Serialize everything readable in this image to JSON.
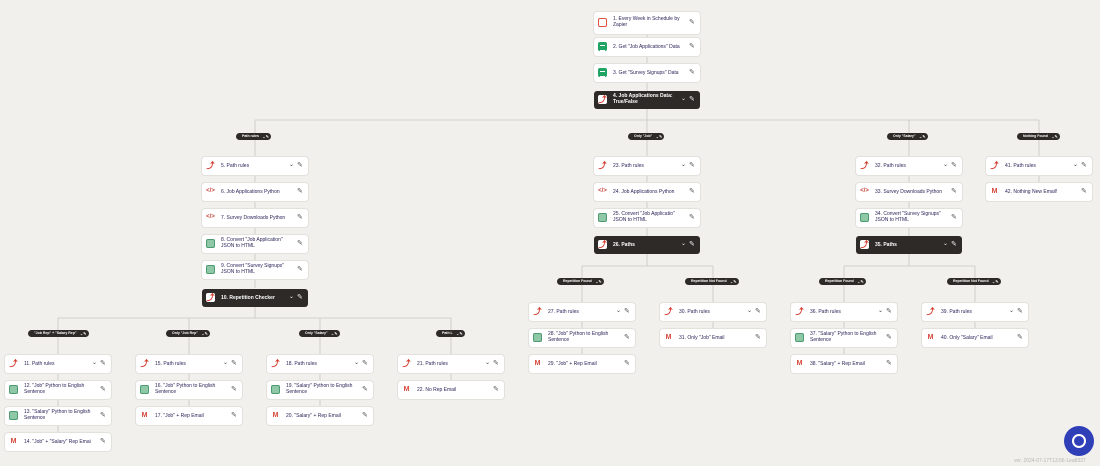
{
  "steps": {
    "s1": {
      "label": "1. Every Week in Schedule by Zapier",
      "icon": "calendar-icon"
    },
    "s2": {
      "label": "2. Get \"Job Applications\" Data",
      "icon": "google-sheets-icon"
    },
    "s3": {
      "label": "3. Get \"Survey Signups\" Data",
      "icon": "google-sheets-icon"
    },
    "s4": {
      "label": "4. Job Applications Data: True/False",
      "icon": "paths-icon"
    },
    "s5": {
      "label": "5. Path rules",
      "icon": "paths-icon"
    },
    "s6": {
      "label": "6. Job Applications Python",
      "icon": "code-icon"
    },
    "s7": {
      "label": "7. Survey Downloads Python",
      "icon": "code-icon"
    },
    "s8": {
      "label": "8. Convert \"Job Application\" JSON to HTML",
      "icon": "formatter-icon"
    },
    "s9": {
      "label": "9. Convert \"Survey Signups\" JSON to HTML",
      "icon": "formatter-icon"
    },
    "s10": {
      "label": "10. Repetition Checker",
      "icon": "paths-icon"
    },
    "s11": {
      "label": "11. Path rules",
      "icon": "paths-icon"
    },
    "s12": {
      "label": "12. \"Job\" Python to English Sentence",
      "icon": "formatter-icon"
    },
    "s13": {
      "label": "13. \"Salary\" Python to English Sentence",
      "icon": "formatter-icon"
    },
    "s14": {
      "label": "14. \"Job\" + \"Salary\" Rep Email",
      "icon": "gmail-icon"
    },
    "s15": {
      "label": "15. Path rules",
      "icon": "paths-icon"
    },
    "s16": {
      "label": "16. \"Job\" Python to English Sentence",
      "icon": "formatter-icon"
    },
    "s17": {
      "label": "17. \"Job\" + Rep Email",
      "icon": "gmail-icon"
    },
    "s18": {
      "label": "18. Path rules",
      "icon": "paths-icon"
    },
    "s19": {
      "label": "19. \"Salary\" Python to English Sentence",
      "icon": "formatter-icon"
    },
    "s20": {
      "label": "20. \"Salary\" + Rep Email",
      "icon": "gmail-icon"
    },
    "s21": {
      "label": "21. Path rules",
      "icon": "paths-icon"
    },
    "s22": {
      "label": "22. No Rep Email",
      "icon": "gmail-icon"
    },
    "s23": {
      "label": "23. Path rules",
      "icon": "paths-icon"
    },
    "s24": {
      "label": "24. Job Applications Python",
      "icon": "code-icon"
    },
    "s25": {
      "label": "25. Convert \"Job Applicatio\" JSON to HTML",
      "icon": "formatter-icon"
    },
    "s26": {
      "label": "26. Paths",
      "icon": "paths-icon"
    },
    "s27": {
      "label": "27. Path rules",
      "icon": "paths-icon"
    },
    "s28": {
      "label": "28. \"Job\" Python to English Sentence",
      "icon": "formatter-icon"
    },
    "s29": {
      "label": "29. \"Job\" + Rep Email",
      "icon": "gmail-icon"
    },
    "s30": {
      "label": "30. Path rules",
      "icon": "paths-icon"
    },
    "s31": {
      "label": "31. Only \"Job\" Email",
      "icon": "gmail-icon"
    },
    "s32": {
      "label": "32. Path rules",
      "icon": "paths-icon"
    },
    "s33": {
      "label": "33. Survey Downloads Python",
      "icon": "code-icon"
    },
    "s34": {
      "label": "34. Convert \"Survey Signups\" JSON to HTML",
      "icon": "formatter-icon"
    },
    "s35": {
      "label": "35. Paths",
      "icon": "paths-icon"
    },
    "s36": {
      "label": "36. Path rules",
      "icon": "paths-icon"
    },
    "s37": {
      "label": "37. \"Salary\" Python to English Sentence",
      "icon": "formatter-icon"
    },
    "s38": {
      "label": "38. \"Salary\" + Rep Email",
      "icon": "gmail-icon"
    },
    "s39": {
      "label": "39. Path rules",
      "icon": "paths-icon"
    },
    "s40": {
      "label": "40. Only \"Salary\" Email",
      "icon": "gmail-icon"
    },
    "s41": {
      "label": "41. Path rules",
      "icon": "paths-icon"
    },
    "s42": {
      "label": "42. Nothing New Email!",
      "icon": "gmail-icon"
    }
  },
  "branches": {
    "b_a": "Path rules",
    "b_b": "Only \"Job\"",
    "b_c": "Only \"Salary\"",
    "b_d": "Nothing Found",
    "b_e": "\"Job Rep\" + \"Salary Rep\"",
    "b_f": "Only \"Job Rep\"",
    "b_g": "Only \"Salary\"",
    "b_h": "Path L",
    "b_i": "Repetition Found",
    "b_j": "Repetition Not Found",
    "b_k": "Repetition Found",
    "b_l": "Repetition Not Found"
  },
  "version": "ver. 2024-07-17T13:56-1ea8337",
  "colors": {
    "background": "#f1f0ec",
    "dark_step": "#2d2a27",
    "help_button": "#2f3fb8"
  }
}
